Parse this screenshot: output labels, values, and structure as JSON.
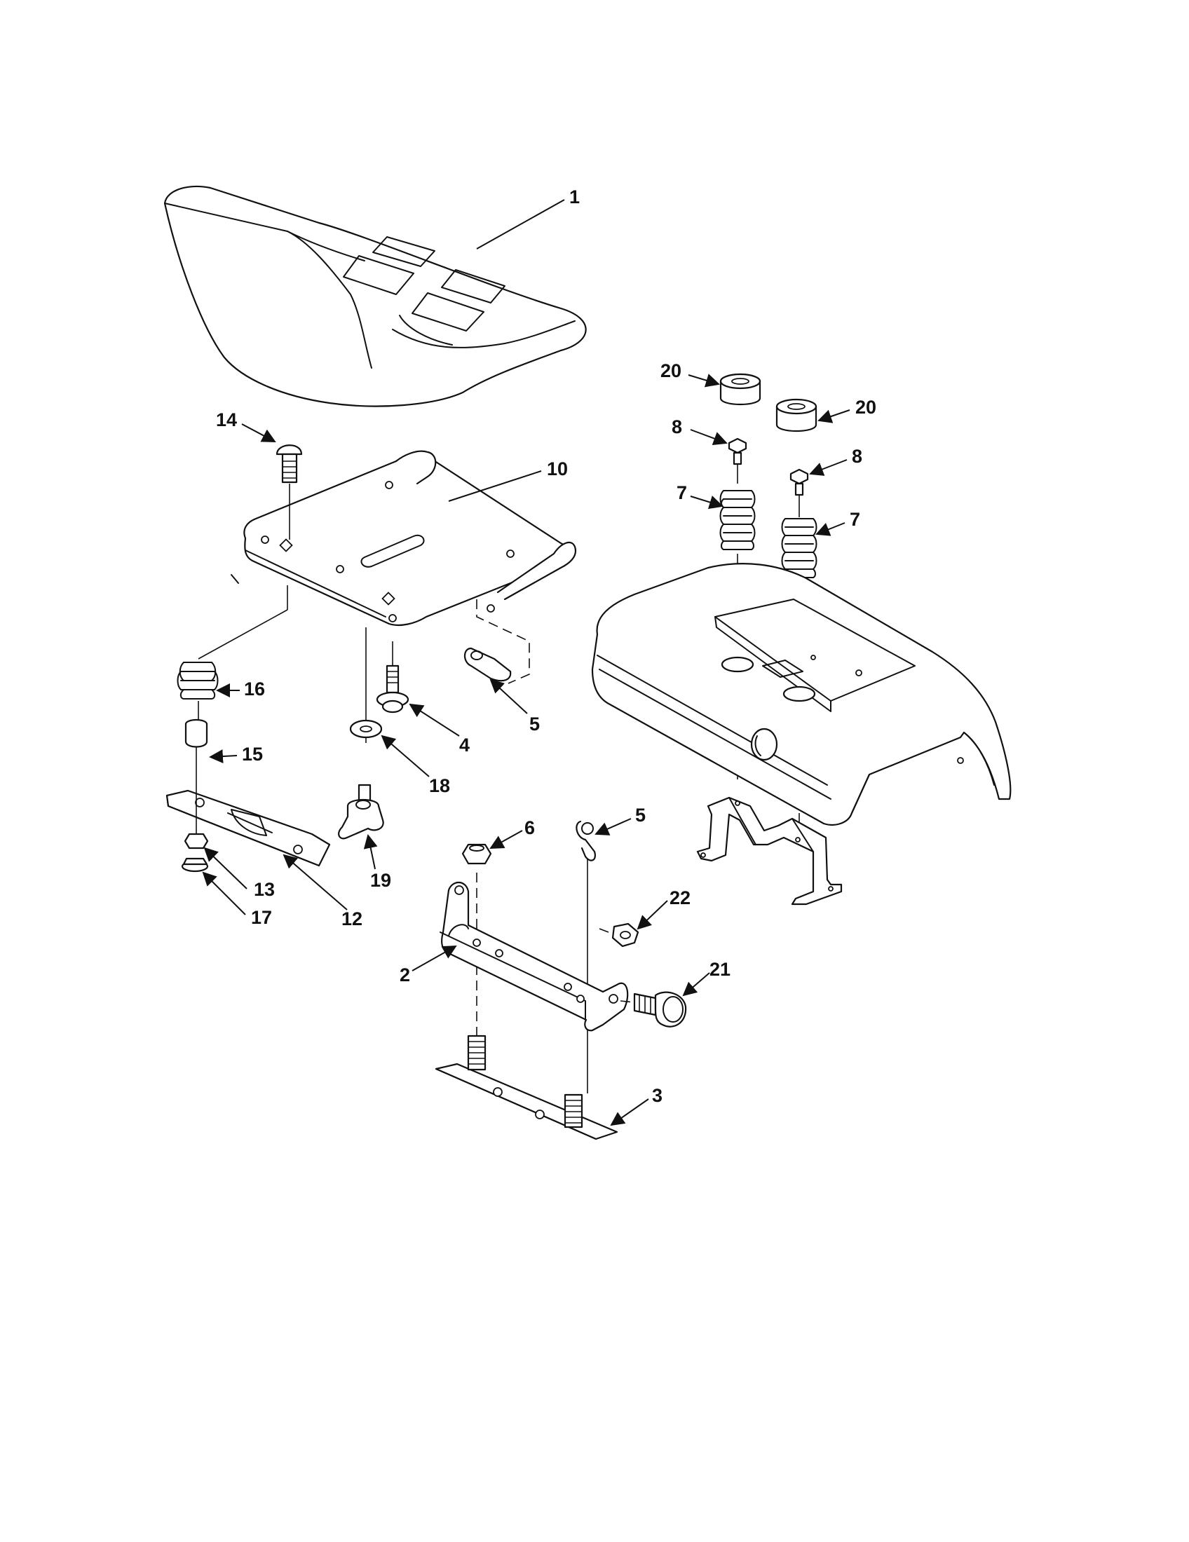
{
  "diagram": {
    "callouts": {
      "c1": "1",
      "c2": "2",
      "c3": "3",
      "c4": "4",
      "c5a": "5",
      "c5b": "5",
      "c6": "6",
      "c7a": "7",
      "c7b": "7",
      "c8a": "8",
      "c8b": "8",
      "c10": "10",
      "c12": "12",
      "c13": "13",
      "c14": "14",
      "c15": "15",
      "c16": "16",
      "c17": "17",
      "c18": "18",
      "c19": "19",
      "c20a": "20",
      "c20b": "20",
      "c21": "21",
      "c22": "22"
    },
    "parts": [
      "seat",
      "seat-pan",
      "seat-bracket",
      "pivot-bracket",
      "mount-plate",
      "fender-pan",
      "fender-support",
      "springs",
      "spacers",
      "hardware"
    ]
  }
}
